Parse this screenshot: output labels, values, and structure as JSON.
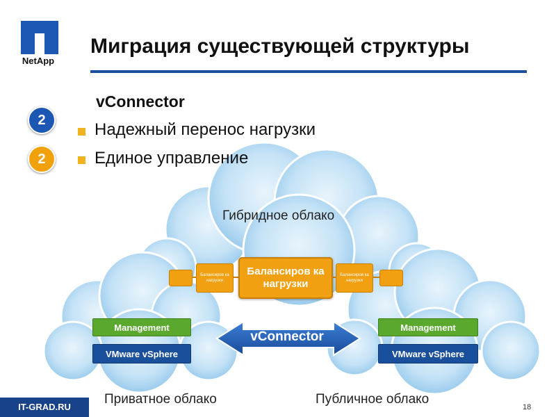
{
  "header": {
    "logo_text": "NetApp",
    "title": "Миграция существующей структуры"
  },
  "content": {
    "subtitle": "vConnector",
    "badges": [
      "2",
      "2"
    ],
    "bullets": [
      "Надежный перенос нагрузки",
      "Единое управление"
    ]
  },
  "diagram": {
    "hybrid_cloud": "Гибридное облако",
    "private_cloud": "Приватное облако",
    "public_cloud": "Публичное облако",
    "load_balancer_main": "Балансиров ка нагрузки",
    "load_balancer_small": "Балансиров ка нагрузки",
    "management": "Management",
    "vsphere": "VMware vSphere",
    "connector": "vConnector"
  },
  "colors": {
    "accent_blue": "#1b4f9c",
    "orange": "#f0a010",
    "green": "#5aa82d"
  },
  "footer": {
    "brand": "IT-GRAD.RU",
    "page_number": "18"
  }
}
